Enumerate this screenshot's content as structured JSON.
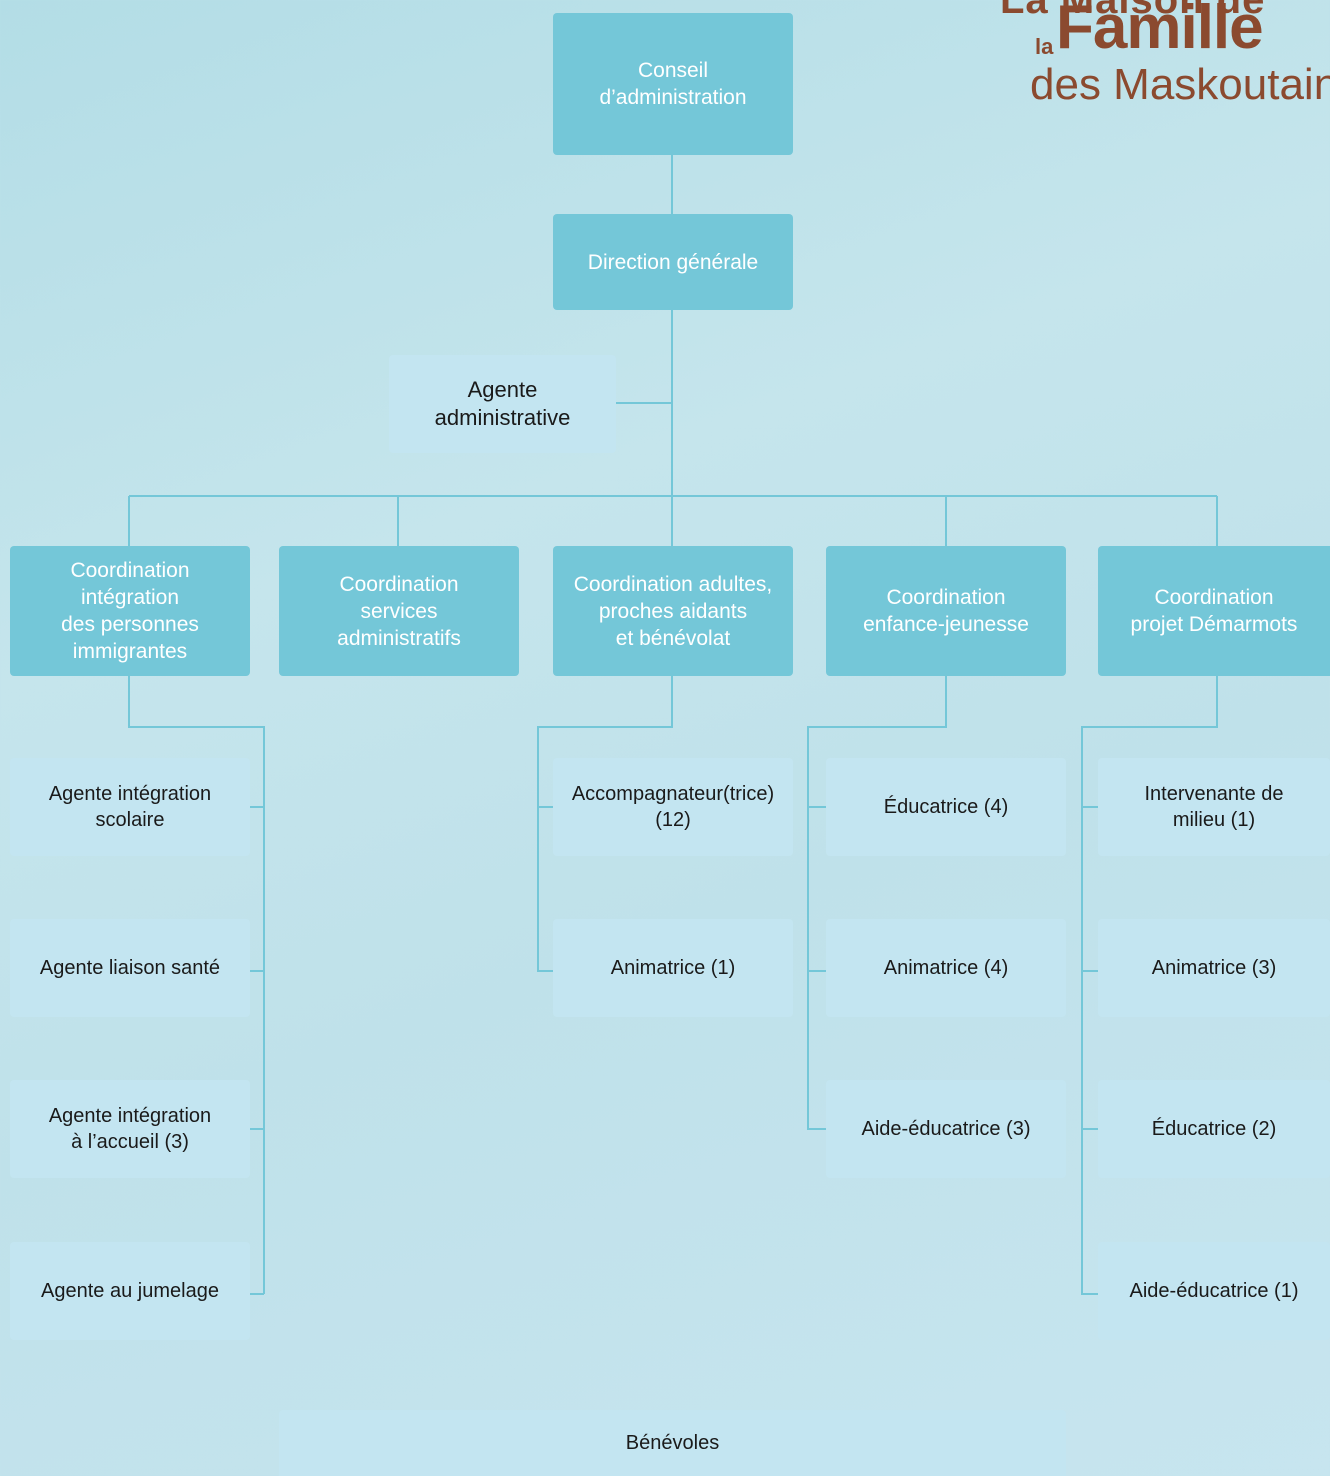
{
  "logo": {
    "line1": "La Maison de",
    "la": "la",
    "famille": "Famille",
    "des": "des Maskoutains"
  },
  "colors": {
    "box_dark": "#74c7d8",
    "box_light": "#c3e5f1",
    "connector": "#74c7d8",
    "logo": "#8b4a2f"
  },
  "board": "Conseil\nd’administration",
  "direction": "Direction générale",
  "admin_agent": "Agente\nadministrative",
  "coordinations": [
    {
      "title": "Coordination\nintégration\ndes personnes\nimmigrantes",
      "staff": [
        "Agente intégration\nscolaire",
        "Agente liaison santé",
        "Agente intégration\nà l’accueil (3)",
        "Agente au jumelage"
      ]
    },
    {
      "title": "Coordination\nservices\nadministratifs",
      "staff": []
    },
    {
      "title": "Coordination adultes,\nproches aidants\net bénévolat",
      "staff": [
        "Accompagnateur(trice)\n(12)",
        "Animatrice (1)"
      ]
    },
    {
      "title": "Coordination\nenfance-jeunesse",
      "staff": [
        "Éducatrice (4)",
        "Animatrice (4)",
        "Aide-éducatrice (3)"
      ]
    },
    {
      "title": "Coordination\nprojet Démarmots",
      "staff": [
        "Intervenante de\nmilieu (1)",
        "Animatrice (3)",
        "Éducatrice (2)",
        "Aide-éducatrice (1)"
      ]
    }
  ],
  "volunteers": "Bénévoles"
}
